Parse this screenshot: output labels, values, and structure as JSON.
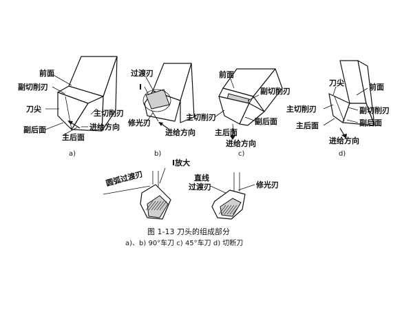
{
  "figure": {
    "a": {
      "front_face": "前面",
      "minor_cutting_edge": "副切削刃",
      "tool_tip": "刀尖",
      "minor_flank": "副后面",
      "major_flank": "主后面",
      "major_cutting_edge": "主切削刃",
      "feed_direction": "进给方向",
      "sublabel": "a)"
    },
    "b": {
      "transition_edge": "过渡刃",
      "marker": "I",
      "wiper_edge": "修光刃",
      "feed_direction": "进给方向",
      "sublabel": "b)"
    },
    "c": {
      "front_face": "前面",
      "minor_cutting_edge": "副切削刃",
      "major_cutting_edge": "主切削刃",
      "minor_flank": "副后面",
      "major_flank": "主后面",
      "feed_direction": "进给方向",
      "sublabel": "c)"
    },
    "d": {
      "tool_tip": "刀尖",
      "front_face": "前面",
      "major_cutting_edge": "主切削刃",
      "minor_cutting_edge": "副切削刃",
      "major_flank": "主后面",
      "minor_flank": "副后面",
      "feed_direction": "进给方向",
      "sublabel": "d)"
    },
    "detail": {
      "enlarge": "I放大",
      "arc_transition_edge": "圆弧过渡刃",
      "straight_line": "直线",
      "transition_edge": "过渡刃",
      "wiper_edge": "修光刃"
    },
    "caption": {
      "title": "图 1-13    刀头的组成部分",
      "subtitle": "a)、b) 90°车刀   c) 45°车刀   d) 切断刀"
    }
  },
  "colors": {
    "ink": "#111111",
    "shade": "#cfcfcf",
    "background": "#ffffff"
  }
}
